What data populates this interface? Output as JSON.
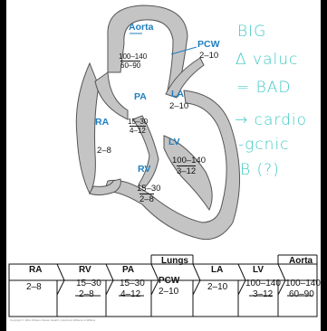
{
  "heart": {
    "aorta_label": "Aorta",
    "pcw_label": "PCW",
    "pcw_value": "2–10",
    "aorta_pressure_top": "100–140",
    "aorta_pressure_bottom": "60–90",
    "pa_label": "PA",
    "pa_pressure_top": "15–30",
    "pa_pressure_bottom": "4–12",
    "la_label": "LA",
    "la_value": "2–10",
    "ra_label": "RA",
    "ra_value": "2–8",
    "lv_label": "LV",
    "lv_pressure_top": "100–140",
    "lv_pressure_bottom": "3–12",
    "rv_label": "RV",
    "rv_pressure_top": "15–30",
    "rv_pressure_bottom": "2–8"
  },
  "notes": {
    "line1": "BIG",
    "line2": "Δ valuc",
    "line3": "= BAD",
    "line4": "→ cardio",
    "line5": "-gcnic",
    "line6": "B (?)"
  },
  "strip": {
    "lungs_label": "Lungs",
    "aorta_label": "Aorta",
    "ra": {
      "label": "RA",
      "value": "2–8"
    },
    "rv": {
      "label": "RV",
      "top": "15–30",
      "bottom": "2–8"
    },
    "pa": {
      "label": "PA",
      "top": "15–30",
      "bottom": "4–12"
    },
    "pcw": {
      "label": "PCW",
      "value": "2–10"
    },
    "la": {
      "label": "LA",
      "value": "2–10"
    },
    "lv": {
      "label": "LV",
      "top": "100–140",
      "bottom": "3–12"
    },
    "aorta": {
      "top": "100–140",
      "bottom": "60–90"
    }
  },
  "credit": "Copyright © 2011 Wolters Kluwer Health | Lippincott Williams & Wilkins",
  "colors": {
    "accent_blue": "#1f7fbf",
    "note_teal": "#40c9c4",
    "heart_gray": "#bfbfbf"
  }
}
